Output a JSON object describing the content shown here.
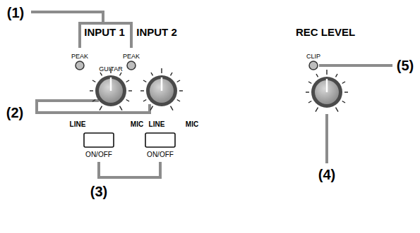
{
  "diagram": {
    "labels": [
      "(1)",
      "INPUT 1",
      "INPUT 2",
      "PEAK",
      "PEAK",
      "GUITAR",
      "(2)",
      "LINE",
      "MIC",
      "LINE",
      "MIC",
      "ON/OFF",
      "ON/OFF",
      "(3)",
      "REC LEVEL",
      "CLIP",
      "(5)",
      "(4)"
    ]
  }
}
